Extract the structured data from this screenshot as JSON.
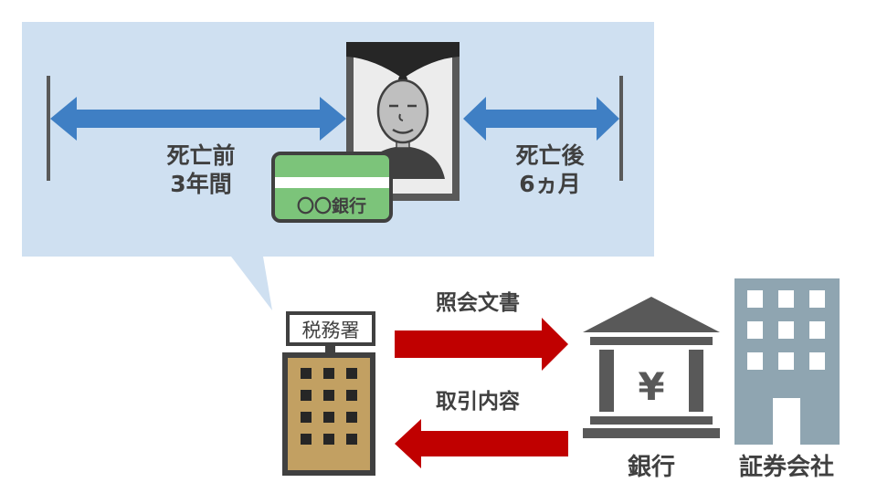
{
  "timeline": {
    "before_line1": "死亡前",
    "before_line2": "3年間",
    "after_line1": "死亡後",
    "after_line2": "6ヵ月",
    "bankbook_label": "〇〇銀行"
  },
  "tax_office": {
    "label": "税務署"
  },
  "flows": {
    "inquiry_label": "照会文書",
    "response_label": "取引内容"
  },
  "institutions": {
    "bank_label": "銀行",
    "bank_symbol": "¥",
    "securities_label": "証券会社"
  },
  "colors": {
    "callout_bg": "#cfe0f1",
    "timeline_arrow": "#3f7fc4",
    "flow_arrow": "#c00000",
    "tax_building": "#c2a062",
    "bank_gray": "#595959",
    "securities_gray": "#8fa5b1",
    "bankbook_green": "#7cc47a"
  }
}
